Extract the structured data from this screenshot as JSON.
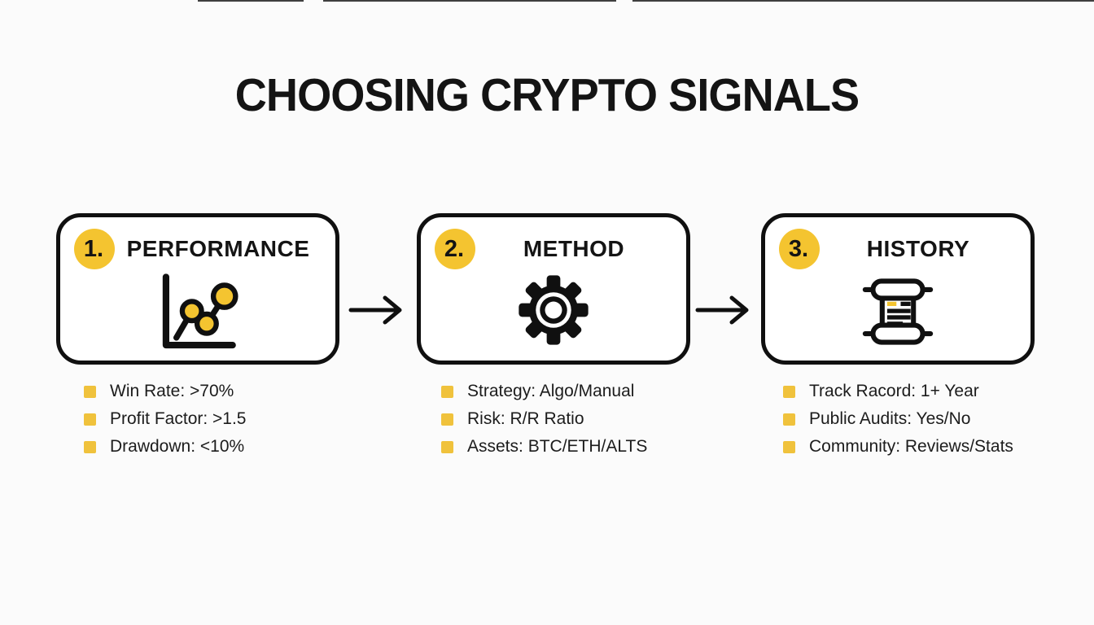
{
  "title": "CHOOSING CRYPTO SIGNALS",
  "colors": {
    "background": "#FBFBFB",
    "accent_yellow": "#F4C430",
    "bullet_yellow": "#F0C23C",
    "ink": "#141414"
  },
  "steps": [
    {
      "number": "1.",
      "title": "PERFORMANCE",
      "icon": "line-chart-icon",
      "bullets": [
        "Win Rate: >70%",
        "Profit Factor: >1.5",
        "Drawdown: <10%"
      ]
    },
    {
      "number": "2.",
      "title": "METHOD",
      "icon": "gear-icon",
      "bullets": [
        "Strategy: Algo/Manual",
        "Risk: R/R Ratio",
        "Assets: BTC/ETH/ALTS"
      ]
    },
    {
      "number": "3.",
      "title": "HISTORY",
      "icon": "scroll-icon",
      "bullets": [
        "Track Racord: 1+ Year",
        "Public Audits: Yes/No",
        "Community: Reviews/Stats"
      ]
    }
  ]
}
